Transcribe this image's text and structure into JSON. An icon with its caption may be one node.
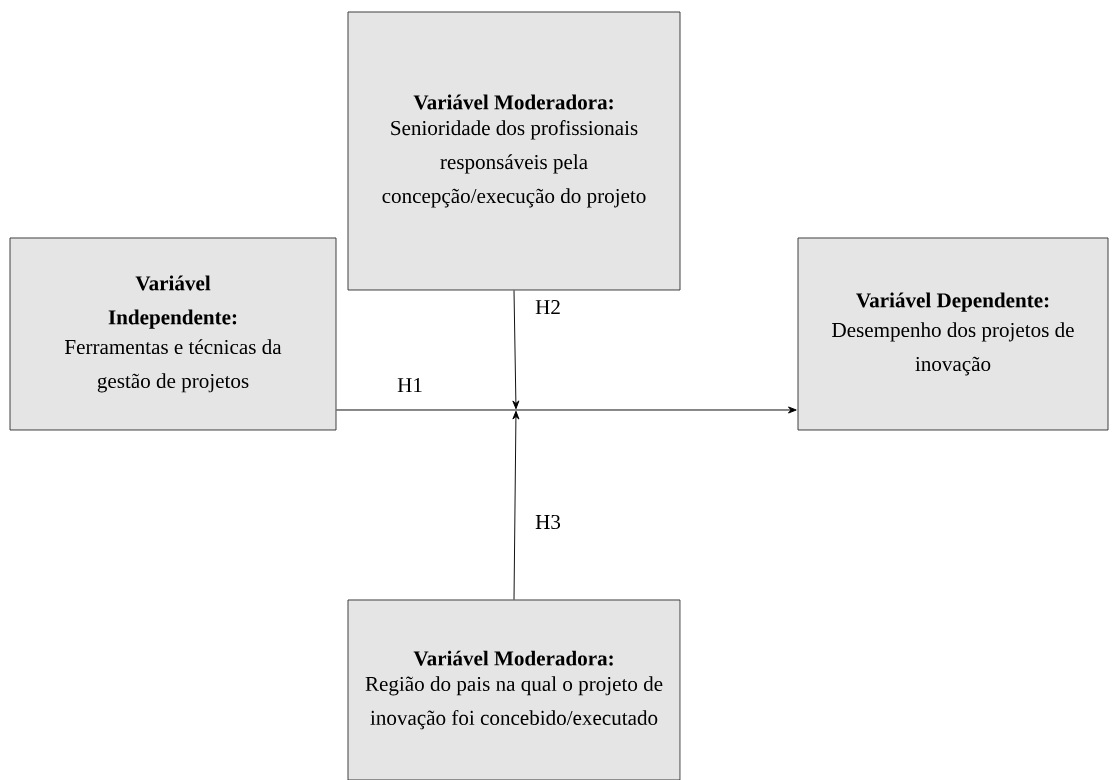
{
  "diagram": {
    "nodes": [
      {
        "text": [
          "Variável Moderadora:",
          "Senioridade dos profissionais responsáveis pela concepção/execução do projeto"
        ]
      },
      {
        "text": [
          "Variável Independente:",
          "Ferramentas e técnicas da gestão de projetos"
        ]
      },
      {
        "text": [
          "Variável Dependente:",
          "Desempenho dos projetos de inovação"
        ]
      },
      {
        "text": [
          "Variável Moderadora:",
          "Região do pais na qual o projeto de inovação foi concebido/executado"
        ]
      }
    ],
    "edges": [
      {
        "from": 1,
        "to": 2,
        "arrow": "to",
        "label": "H1"
      },
      {
        "from": 0,
        "to": null,
        "arrow": "to",
        "label": "H2"
      },
      {
        "from": 3,
        "to": null,
        "arrow": "to",
        "label": "H3"
      }
    ]
  }
}
